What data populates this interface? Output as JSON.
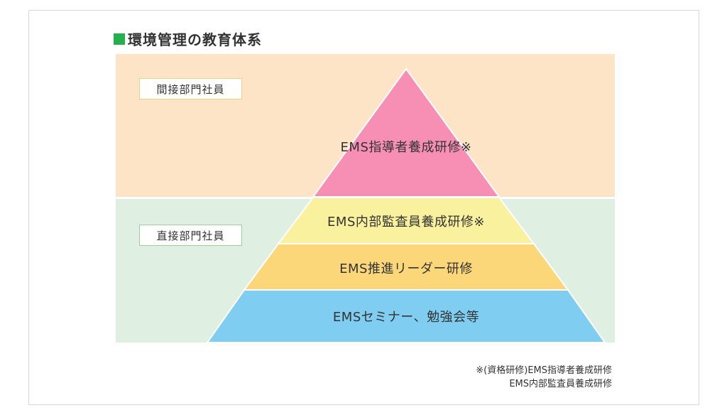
{
  "title": "環境管理の教育体系",
  "roles": {
    "indirect": "間接部門社員",
    "direct": "直接部門社員"
  },
  "tiers": [
    {
      "label": "EMS指導者養成研修※",
      "color": "#f68fb3"
    },
    {
      "label": "EMS内部監査員養成研修※",
      "color": "#f9f19d"
    },
    {
      "label": "EMS推進リーダー研修",
      "color": "#fcd77a"
    },
    {
      "label": "EMSセミナー、勉強会等",
      "color": "#7fcdf1"
    }
  ],
  "notes": {
    "line1": "※(資格研修)EMS指導者養成研修",
    "line2": "EMS内部監査員養成研修"
  },
  "colors": {
    "band_top": "#fde4c6",
    "band_bottom": "#dff0e2",
    "accent": "#22b14c"
  }
}
